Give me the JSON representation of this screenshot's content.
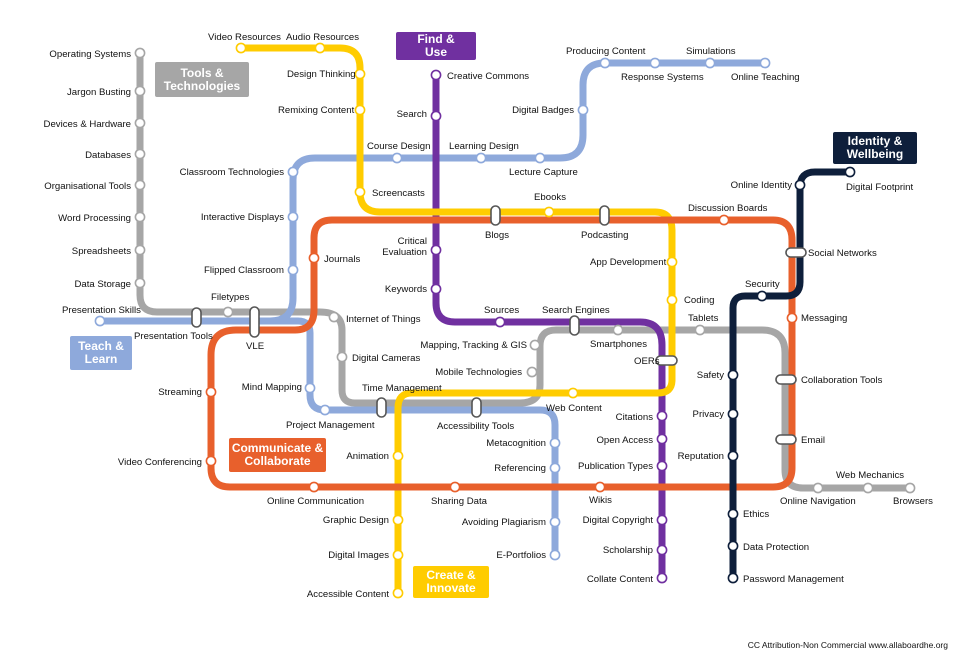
{
  "colors": {
    "tools": "#a6a6a6",
    "teach": "#8ea9db",
    "find": "#7030a0",
    "create": "#ffcc00",
    "communicate": "#e8602c",
    "identity": "#0e1f3b"
  },
  "lines": {
    "tools": {
      "label": "Tools & Technologies"
    },
    "teach": {
      "label": "Teach & Learn"
    },
    "find": {
      "label": "Find & Use"
    },
    "create": {
      "label": "Create & Innovate"
    },
    "communicate": {
      "label": "Communicate & Collaborate"
    },
    "identity": {
      "label": "Identity & Wellbeing"
    }
  },
  "stations": {
    "operating_systems": "Operating Systems",
    "jargon_busting": "Jargon Busting",
    "devices_hardware": "Devices & Hardware",
    "databases": "Databases",
    "organisational_tools": "Organisational Tools",
    "word_processing": "Word Processing",
    "spreadsheets": "Spreadsheets",
    "data_storage": "Data Storage",
    "presentation_skills": "Presentation Skills",
    "filetypes": "Filetypes",
    "presentation_tools": "Presentation Tools",
    "vle": "VLE",
    "internet_of_things": "Internet of Things",
    "digital_cameras": "Digital Cameras",
    "time_management": "Time Management",
    "mobile_technologies": "Mobile Technologies",
    "mapping_tracking_gis": "Mapping, Tracking & GIS",
    "smartphones": "Smartphones",
    "tablets": "Tablets",
    "online_navigation": "Online Navigation",
    "web_mechanics": "Web Mechanics",
    "browsers": "Browsers",
    "video_resources": "Video Resources",
    "audio_resources": "Audio Resources",
    "design_thinking": "Design Thinking",
    "remixing_content": "Remixing Content",
    "screencasts": "Screencasts",
    "blogs": "Blogs",
    "ebooks": "Ebooks",
    "podcasting": "Podcasting",
    "app_development": "App Development",
    "coding": "Coding",
    "oers": "OERs",
    "web_content": "Web Content",
    "accessibility_tools": "Accessibility Tools",
    "animation": "Animation",
    "graphic_design": "Graphic Design",
    "digital_images": "Digital Images",
    "accessible_content": "Accessible Content",
    "creative_commons": "Creative Commons",
    "search": "Search",
    "critical_evaluation": "Critical\nEvaluation",
    "keywords": "Keywords",
    "sources": "Sources",
    "search_engines": "Search Engines",
    "citations": "Citations",
    "open_access": "Open Access",
    "publication_types": "Publication Types",
    "wikis": "Wikis",
    "digital_copyright": "Digital Copyright",
    "scholarship": "Scholarship",
    "collate_content": "Collate Content",
    "producing_content": "Producing Content",
    "simulations": "Simulations",
    "response_systems": "Response Systems",
    "online_teaching": "Online Teaching",
    "digital_badges": "Digital Badges",
    "learning_design": "Learning Design",
    "course_design": "Course Design",
    "lecture_capture": "Lecture Capture",
    "classroom_technologies": "Classroom Technologies",
    "interactive_displays": "Interactive Displays",
    "flipped_classroom": "Flipped Classroom",
    "mind_mapping": "Mind Mapping",
    "project_management": "Project Management",
    "metacognition": "Metacognition",
    "referencing": "Referencing",
    "avoiding_plagiarism": "Avoiding Plagiarism",
    "e_portfolios": "E-Portfolios",
    "discussion_boards": "Discussion Boards",
    "journals": "Journals",
    "streaming": "Streaming",
    "video_conferencing": "Video Conferencing",
    "online_communication": "Online Communication",
    "sharing_data": "Sharing Data",
    "social_networks": "Social Networks",
    "messaging": "Messaging",
    "collaboration_tools": "Collaboration Tools",
    "email": "Email",
    "online_identity": "Online Identity",
    "digital_footprint": "Digital Footprint",
    "security": "Security",
    "safety": "Safety",
    "privacy": "Privacy",
    "reputation": "Reputation",
    "ethics": "Ethics",
    "data_protection": "Data Protection",
    "password_management": "Password Management"
  },
  "credit": "CC Attribution-Non Commercial www.allaboardhe.org"
}
